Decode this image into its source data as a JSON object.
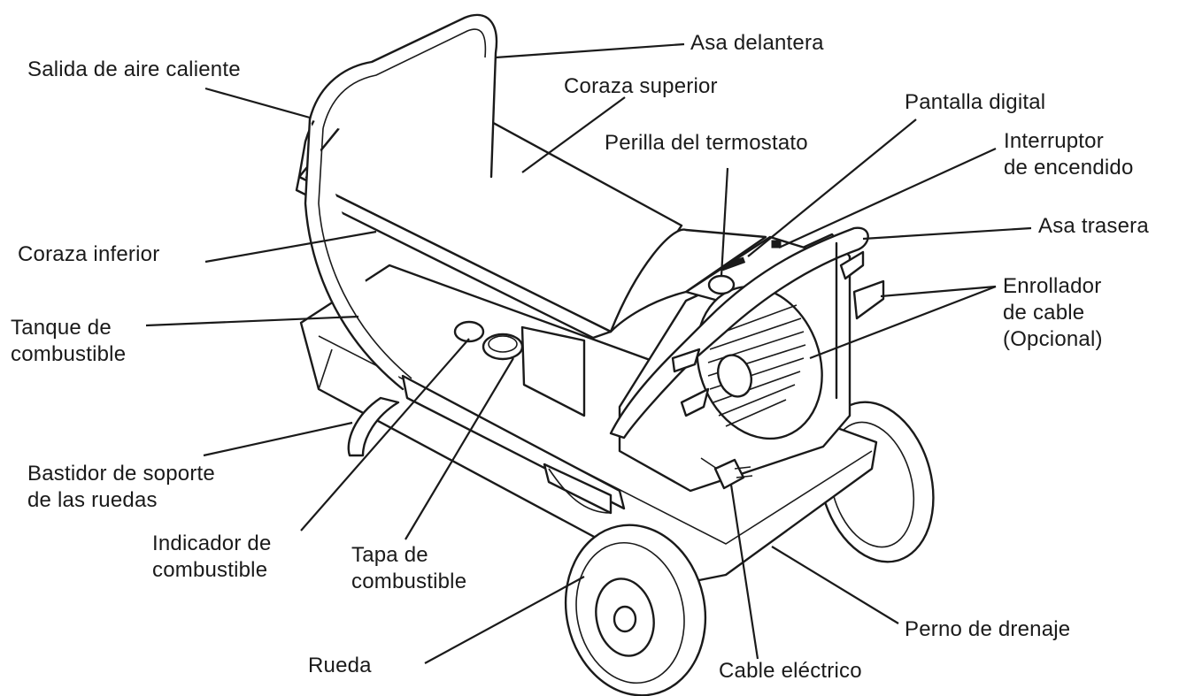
{
  "labels": {
    "salida_aire": "Salida de aire caliente",
    "asa_delantera": "Asa delantera",
    "coraza_superior": "Coraza superior",
    "pantalla_digital": "Pantalla digital",
    "perilla_termostato": "Perilla del termostato",
    "interruptor_l1": "Interruptor",
    "interruptor_l2": "de encendido",
    "asa_trasera": "Asa trasera",
    "coraza_inferior": "Coraza inferior",
    "enrollador_l1": "Enrollador",
    "enrollador_l2": "de cable",
    "enrollador_l3": "(Opcional)",
    "tanque_l1": "Tanque de",
    "tanque_l2": "combustible",
    "bastidor_l1": "Bastidor de soporte",
    "bastidor_l2": "de las ruedas",
    "indicador_l1": "Indicador de",
    "indicador_l2": "combustible",
    "tapa_l1": "Tapa de",
    "tapa_l2": "combustible",
    "perno_drenaje": "Perno de drenaje",
    "rueda": "Rueda",
    "cable_electrico": "Cable eléctrico"
  },
  "colors": {
    "ink": "#1a1a1a",
    "background": "#ffffff"
  }
}
